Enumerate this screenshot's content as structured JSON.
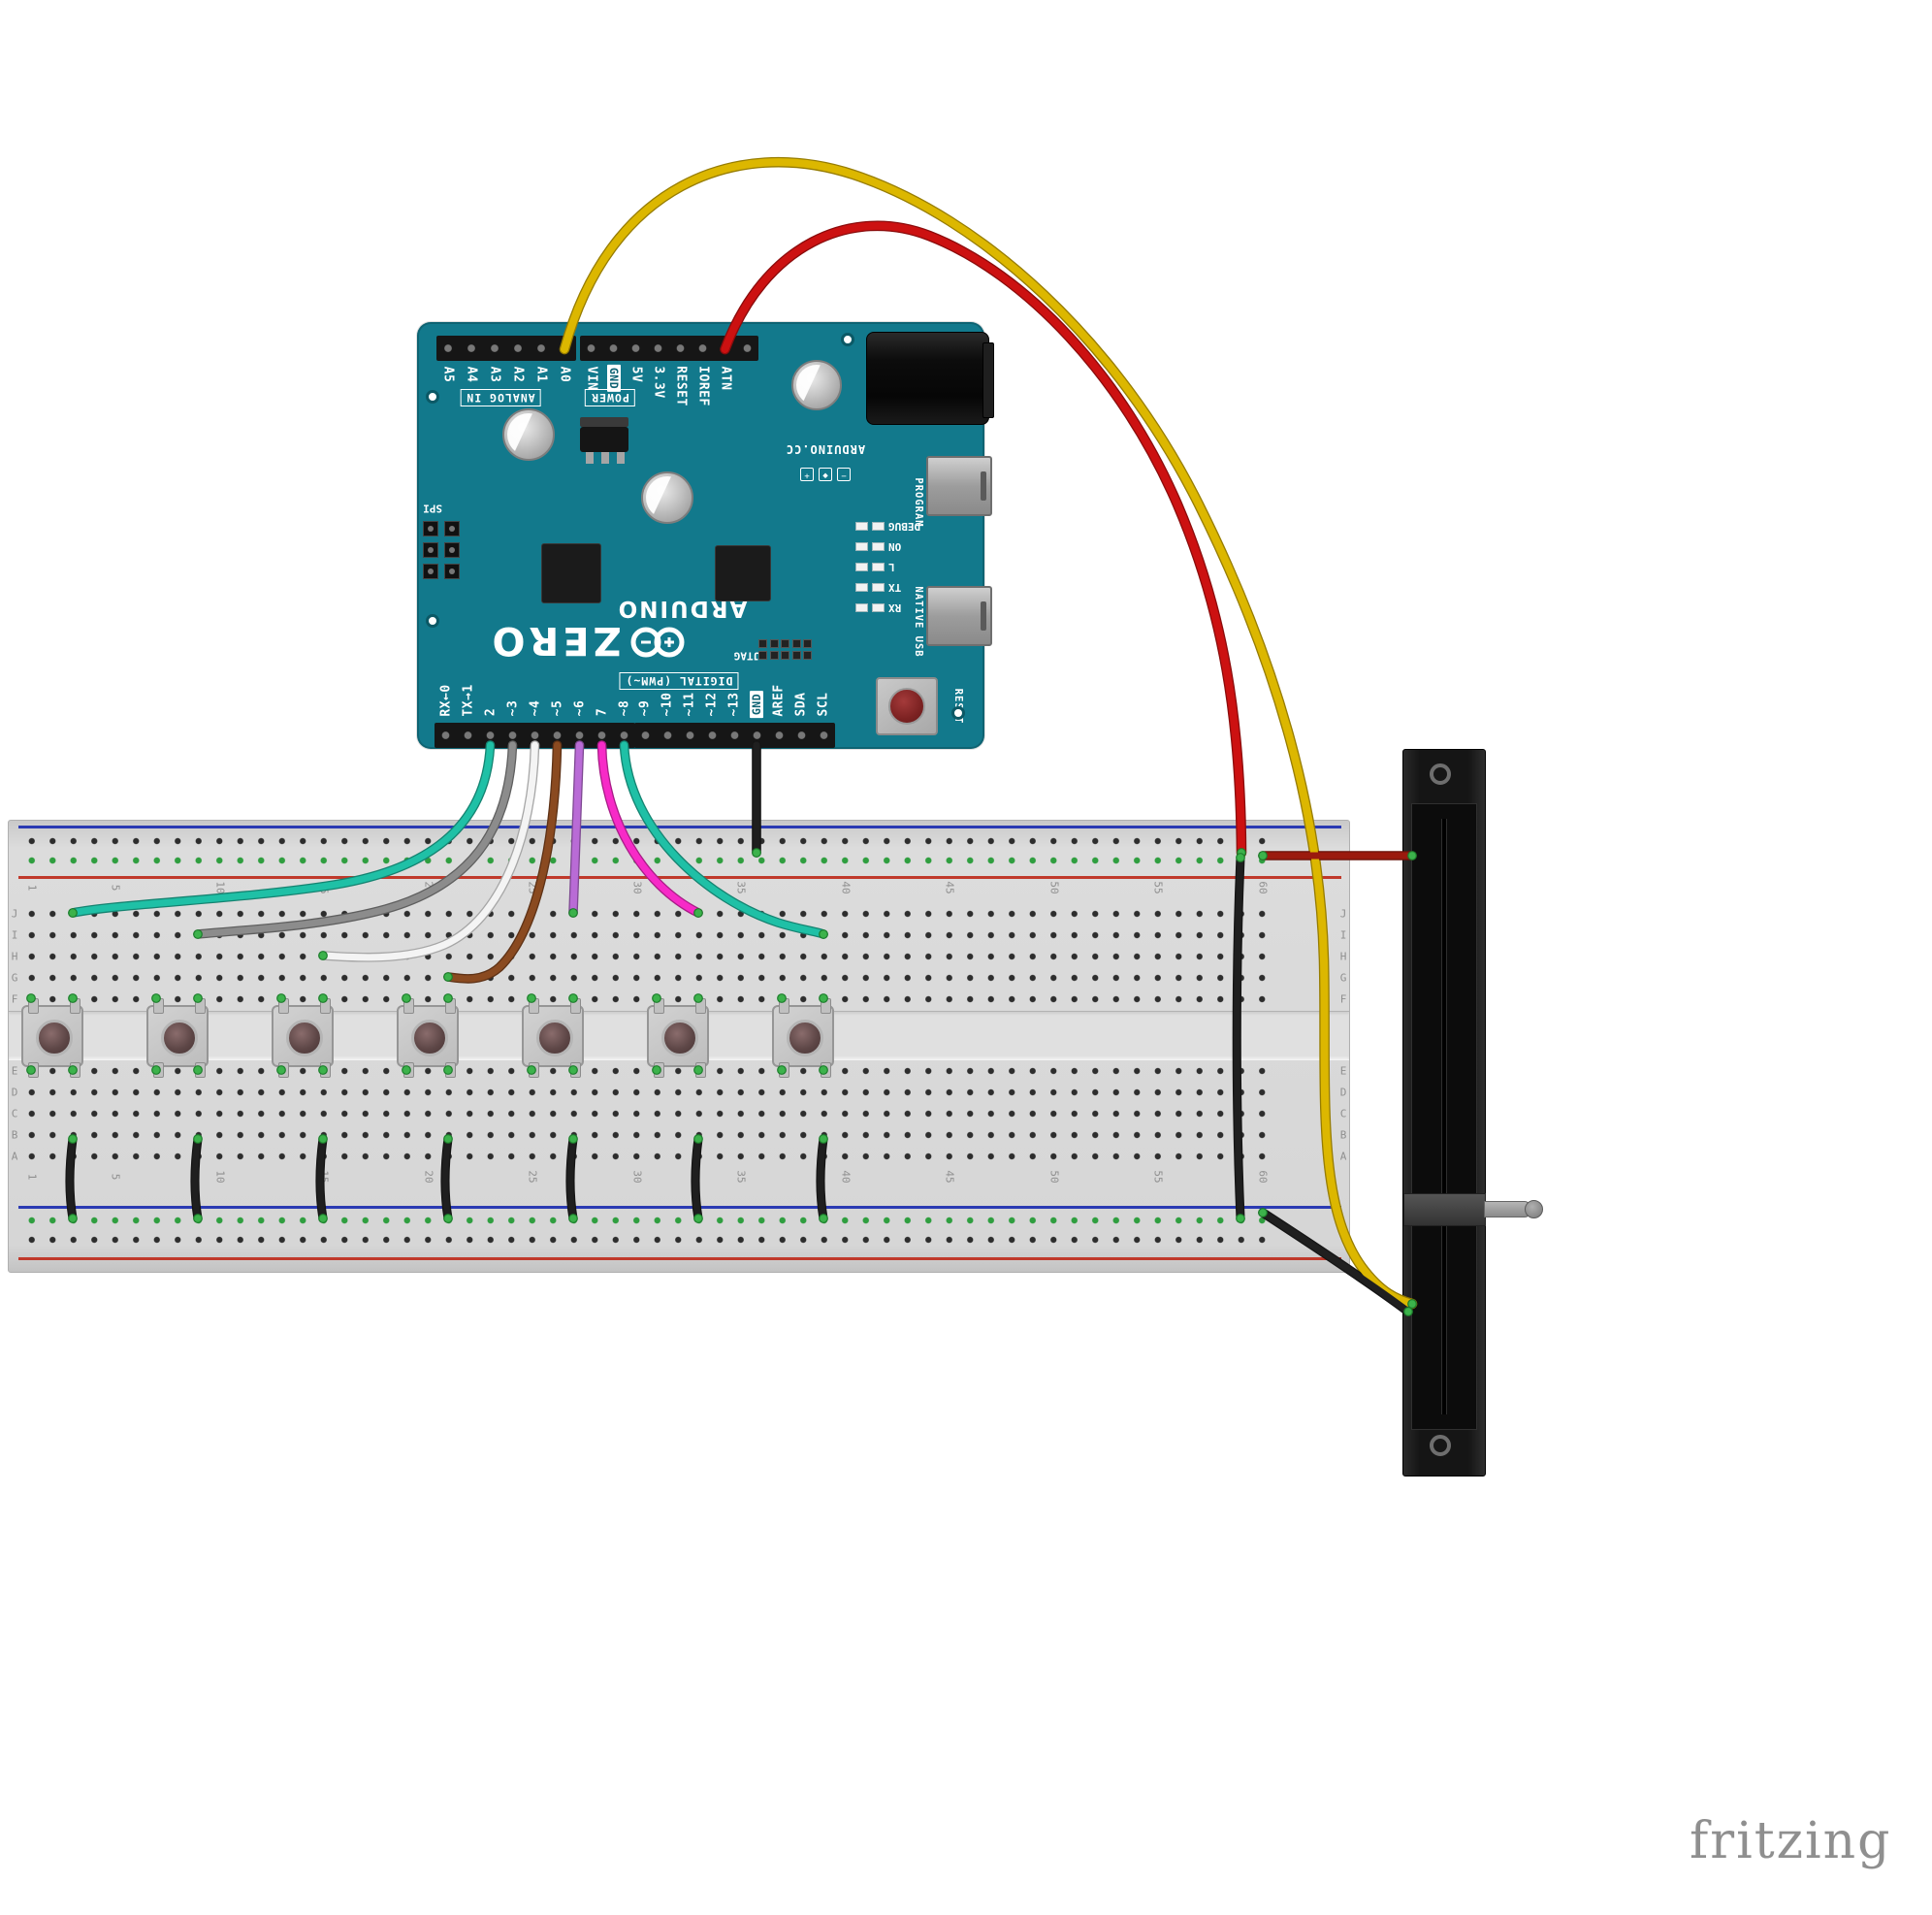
{
  "watermark": "fritzing",
  "arduino": {
    "brand": "ARDUINO",
    "model": "ZERO",
    "site": "ARDUINO.CC",
    "cc_icons": [
      "−",
      "◆",
      "+"
    ],
    "board_color": "#12798c",
    "analog_pin_labels": [
      "A5",
      "A4",
      "A3",
      "A2",
      "A1",
      "A0"
    ],
    "power_pin_labels": [
      "VIN",
      "GND",
      "5V",
      "3.3V",
      "RESET",
      "IOREF",
      "ATN"
    ],
    "digital_pin_labels_left": [
      "RX←0",
      "TX→1",
      "2",
      "~3",
      "~4",
      "~5",
      "~6",
      "7",
      "~8"
    ],
    "digital_pin_labels_right": [
      "~9",
      "~10",
      "~11",
      "~12",
      "~13",
      "GND",
      "AREF",
      "SDA",
      "SCL"
    ],
    "group_label_analog": "ANALOG IN",
    "group_label_power": "POWER",
    "group_label_digital": "DIGITAL (PWM~)",
    "led_labels": [
      "DEBUG",
      "ON",
      "L",
      "TX",
      "RX"
    ],
    "usb_label_program": "PROGRAM",
    "usb_label_native": "NATIVE USB",
    "reset_label": "RESET",
    "spi_label": "SPI",
    "jtag_label": "JTAG"
  },
  "breadboard": {
    "column_numbers": [
      "1",
      "5",
      "10",
      "15",
      "20",
      "25",
      "30",
      "35",
      "40",
      "45",
      "50",
      "55",
      "60"
    ],
    "row_letters_top": [
      "J",
      "I",
      "H",
      "G",
      "F"
    ],
    "row_letters_bottom": [
      "E",
      "D",
      "C",
      "B",
      "A"
    ],
    "negative_rail_color": "#2b3bb3",
    "positive_rail_color": "#c0392b",
    "connection_color": "#3cb24b"
  },
  "components": {
    "pushbuttons": {
      "type": "pushbutton",
      "count": 7
    },
    "jumpers": {
      "count": 7,
      "color": "#1f1f1f"
    },
    "potentiometer": {
      "type": "slide-potentiometer"
    }
  },
  "wires": {
    "a0_pot": {
      "color": "#dcb700",
      "from": "A0",
      "to": "potentiometer wiper"
    },
    "power_rail": {
      "color": "#cc1111",
      "from": "power header",
      "to": "right rail column"
    },
    "rail_pot": {
      "color": "#9b1a0e",
      "from": "top rail",
      "to": "potentiometer pin"
    },
    "gnd_rail": {
      "color": "#1f1f1f",
      "from": "GND",
      "to": "top rail"
    },
    "rail_bridge": {
      "color": "#1f1f1f",
      "from": "top rail",
      "to": "bottom rail"
    },
    "pot_gnd": {
      "color": "#1f1f1f",
      "from": "bottom rail",
      "to": "potentiometer pin"
    },
    "d2": {
      "color": "#1fc0a6",
      "from": "2",
      "to": "button 1"
    },
    "d3": {
      "color": "#8c8c8c",
      "from": "~3",
      "to": "button 2"
    },
    "d4": {
      "color": "#f4f4f4",
      "from": "~4",
      "to": "button 3"
    },
    "d5": {
      "color": "#8a4a20",
      "from": "~5",
      "to": "button 4"
    },
    "d6": {
      "color": "#b96bd6",
      "from": "~6",
      "to": "button 5"
    },
    "d7": {
      "color": "#f72ac7",
      "from": "7",
      "to": "button 6"
    },
    "d8": {
      "color": "#1fc0a6",
      "from": "~8",
      "to": "button 7"
    }
  }
}
